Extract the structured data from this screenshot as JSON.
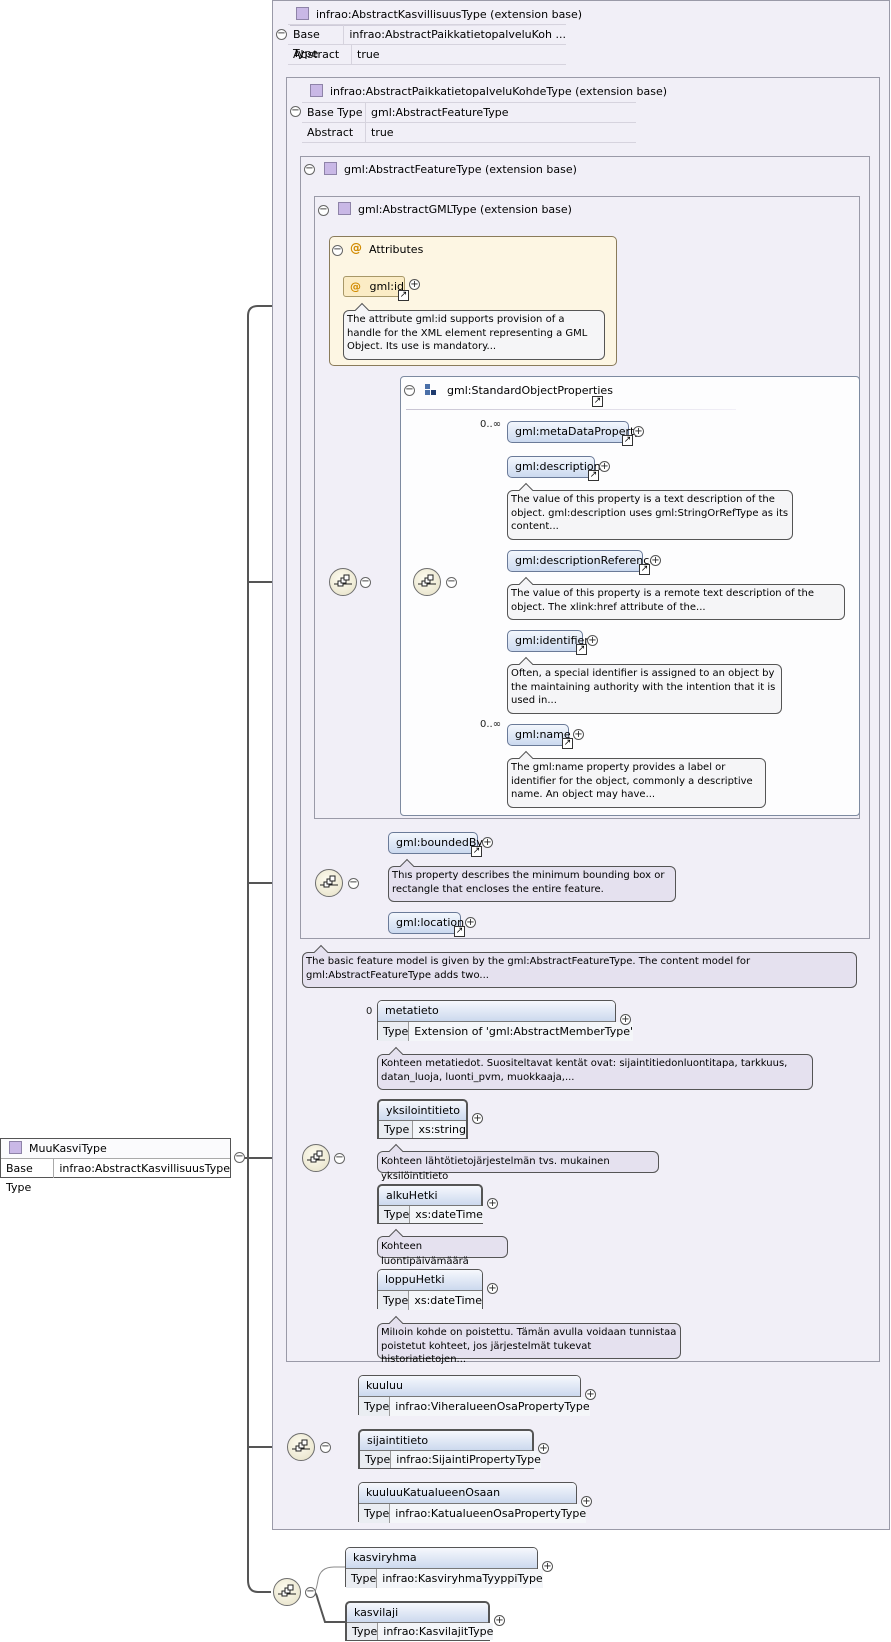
{
  "root": {
    "title": "MuuKasviType",
    "base_type_label": "Base Type",
    "base_type_value": "infrao:AbstractKasvillisuusType"
  },
  "l1": {
    "title": "infrao:AbstractKasvillisuusType (extension base)",
    "base_type_label": "Base Type",
    "base_type_value": "infrao:AbstractPaikkatietopalveluKoh ...",
    "abstract_label": "Abstract",
    "abstract_value": "true"
  },
  "l2": {
    "title": "infrao:AbstractPaikkatietopalveluKohdeType (extension base)",
    "base_type_label": "Base Type",
    "base_type_value": "gml:AbstractFeatureType",
    "abstract_label": "Abstract",
    "abstract_value": "true"
  },
  "l3": {
    "title": "gml:AbstractFeatureType (extension base)",
    "doc": "The basic feature model is given by the gml:AbstractFeatureType. The content model for gml:AbstractFeatureType adds two..."
  },
  "l4": {
    "title": "gml:AbstractGMLType (extension base)"
  },
  "attributes": {
    "title": "Attributes",
    "at_symbol": "@",
    "id_label": "gml:id",
    "id_doc": "The attribute gml:id supports provision of a handle for the XML element representing a GML Object. Its use is mandatory..."
  },
  "sop": {
    "title": "gml:StandardObjectProperties",
    "items": [
      {
        "label": "gml:metaDataProperty",
        "occurs": "0..∞",
        "doc": ""
      },
      {
        "label": "gml:description",
        "occurs": "",
        "doc": "The value of this property is a text description of the object. gml:description uses gml:StringOrRefType as its content..."
      },
      {
        "label": "gml:descriptionReference",
        "occurs": "",
        "doc": "The value of this property is a remote text description of the object. The xlink:href attribute of the..."
      },
      {
        "label": "gml:identifier",
        "occurs": "",
        "doc": "Often, a special identifier is assigned to an object by the maintaining authority with the intention that it is used in..."
      },
      {
        "label": "gml:name",
        "occurs": "0..∞",
        "doc": "The gml:name property provides a label or identifier for the object, commonly a descriptive name. An object may have..."
      }
    ]
  },
  "feature": {
    "boundedBy": "gml:boundedBy",
    "boundedBy_doc": "This property describes the minimum bounding box or rectangle that encloses the entire feature.",
    "location": "gml:location"
  },
  "l2seq": {
    "type_label": "Type",
    "items": [
      {
        "name": "metatieto",
        "occurs": "0",
        "type": "Extension of 'gml:AbstractMemberType'",
        "doc": "Kohteen metatiedot. Suositeltavat kentät ovat: sijaintitiedonluontitapa, tarkkuus, datan_luoja, luonti_pvm, muokkaaja,..."
      },
      {
        "name": "yksilointitieto",
        "occurs": "",
        "type": "xs:string",
        "doc": "Kohteen lähtötietojärjestelmän tvs. mukainen yksilöintitieto"
      },
      {
        "name": "alkuHetki",
        "occurs": "",
        "type": "xs:dateTime",
        "doc": "Kohteen luontipäivämäärä"
      },
      {
        "name": "loppuHetki",
        "occurs": "",
        "type": "xs:dateTime",
        "doc": "Milloin kohde on poistettu. Tämän avulla voidaan tunnistaa poistetut kohteet, jos järjestelmät tukevat historiatietojen..."
      }
    ]
  },
  "l1seq": {
    "type_label": "Type",
    "items": [
      {
        "name": "kuuluu",
        "type": "infrao:ViheralueenOsaPropertyType"
      },
      {
        "name": "sijaintitieto",
        "type": "infrao:SijaintiPropertyType"
      },
      {
        "name": "kuuluuKatualueenOsaan",
        "type": "infrao:KatualueenOsaPropertyType"
      }
    ]
  },
  "rootseq": {
    "type_label": "Type",
    "items": [
      {
        "name": "kasviryhma",
        "type": "infrao:KasviryhmaTyyppiType"
      },
      {
        "name": "kasvilaji",
        "type": "infrao:KasvilajitType"
      }
    ]
  },
  "glyphs": {
    "minus": "−",
    "plus": "+",
    "link": "↗"
  }
}
